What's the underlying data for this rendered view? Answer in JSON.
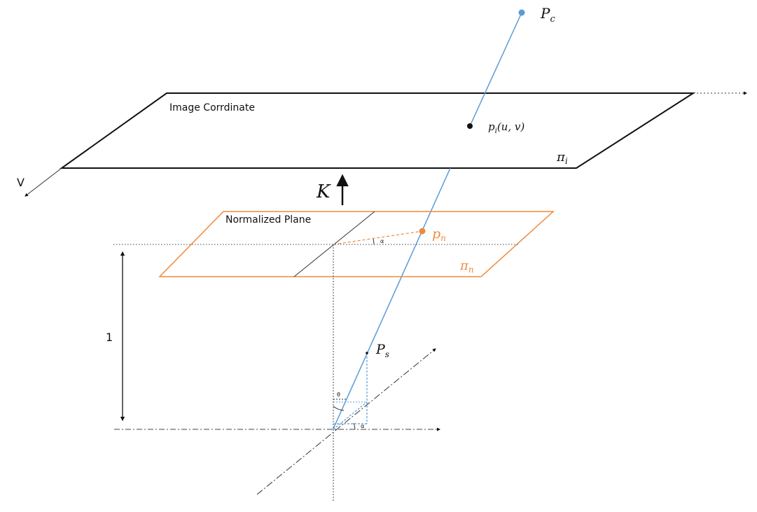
{
  "colors": {
    "line": "#111111",
    "orange": "#ef8a3c",
    "blue": "#5a9bd8",
    "dotted": "#555555"
  },
  "labels": {
    "image_plane_title": "Image Corrdinate",
    "point_pc": "P",
    "point_pc_sub": "c",
    "point_pi": "p",
    "point_pi_sub": "i",
    "point_pi_args": "(u, v)",
    "pi_i": "π",
    "pi_i_sub": "i",
    "axis_v": "V",
    "k": "K",
    "normalized_title": "Normalized Plane",
    "point_pn": "p",
    "point_pn_sub": "n",
    "pi_n": "π",
    "pi_n_sub": "n",
    "distance_one": "1",
    "point_ps": "P",
    "point_ps_sub": "s",
    "angle_alpha_top": "α",
    "angle_theta": "θ",
    "angle_alpha_bottom": "α"
  }
}
